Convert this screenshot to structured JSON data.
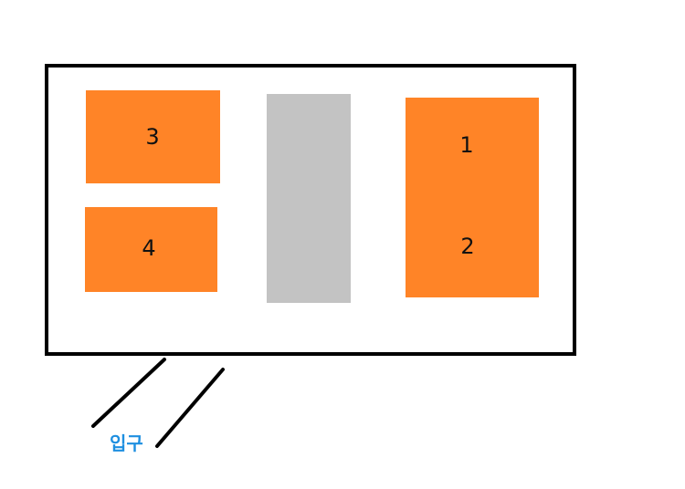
{
  "colors": {
    "block": "#FF8427",
    "aisle": "#C3C3C3",
    "frame": "#000000",
    "entrance_label": "#1E8FE0"
  },
  "blocks": {
    "block_3": "3",
    "block_4": "4",
    "block_1": "1",
    "block_2": "2"
  },
  "entrance": {
    "label": "입구"
  }
}
